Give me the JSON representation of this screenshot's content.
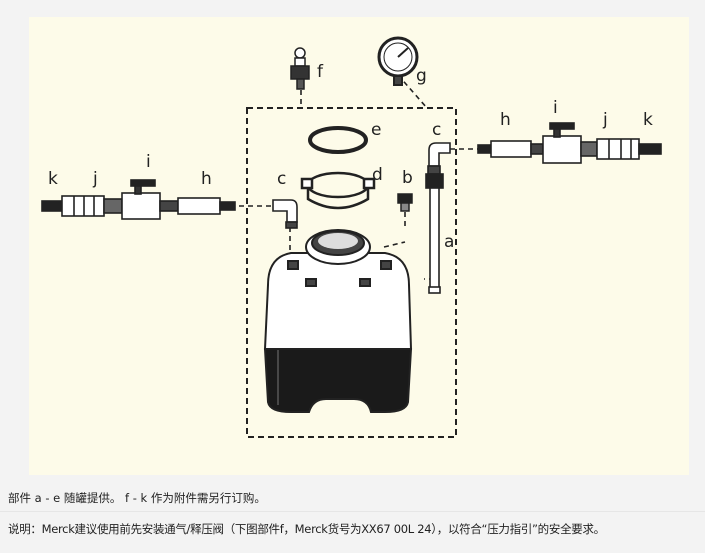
{
  "diagram": {
    "labels": {
      "a": "a",
      "b": "b",
      "c_left": "c",
      "c_right": "c",
      "d": "d",
      "e": "e",
      "f": "f",
      "g": "g",
      "h_left": "h",
      "h_right": "h",
      "i_left": "i",
      "i_right": "i",
      "j_left": "j",
      "j_right": "j",
      "k_left": "k",
      "k_right": "k"
    },
    "colors": {
      "background": "#fdfbe9",
      "line": "#222222",
      "canister_base": "#1a1a1a"
    }
  },
  "captions": {
    "line1": "部件 a - e 随罐提供。 f - k 作为附件需另行订购。",
    "line2": "说明：Merck建议使用前先安装通气/释压阀（下图部件f，Merck货号为XX67 00L 24），以符合“压力指引”的安全要求。"
  }
}
